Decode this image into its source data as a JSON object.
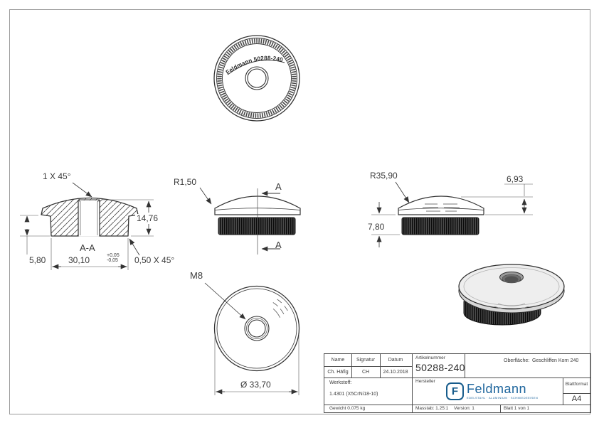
{
  "page": {
    "line_color": "#333333",
    "accent_blue": "#175c8c",
    "frame_color": "#9a9a9a"
  },
  "views": {
    "top": {
      "engraving": "Feldmann 50288-240"
    },
    "section": {
      "chamfer_top": "1 X 45°",
      "height": "14,76",
      "label": "A-A",
      "edge_height": "5,80",
      "width": "30,10",
      "tol_plus": "+0,05",
      "tol_minus": "-0,05",
      "chamfer_bottom": "0,50 X 45°"
    },
    "side": {
      "radius": "R1,50",
      "cut_marker_top": "A",
      "cut_marker_bottom": "A"
    },
    "side_right": {
      "radius": "R35,90",
      "dome_height": "6,93",
      "base_height": "7,80"
    },
    "bottom": {
      "thread": "M8",
      "diameter": "Ø 33,70"
    }
  },
  "title_block": {
    "headers": {
      "name": "Name",
      "signature": "Signatur",
      "date": "Datum",
      "article": "Artikelnummer",
      "surface_label": "Oberfläche:",
      "surface_value": "Geschliffen Korn 240"
    },
    "values": {
      "name": "Ch. Häfig",
      "signature": "CH",
      "date": "24.10.2018",
      "article": "50288-240"
    },
    "material_label": "Werkstoff:",
    "material_value": "1.4301 (X5CrNi18-10)",
    "manufacturer_label": "Hersteller",
    "logo": {
      "letter": "F",
      "name": "Feldmann",
      "tagline": "EDELSTAHL · ALUMINIUM · SCHMIEDEEISEN"
    },
    "format_label": "Blattformat",
    "format_value": "A4",
    "weight": "Gewicht 0.075 kg",
    "scale": "Masstab: 1.25:1",
    "version": "Version: 1",
    "sheet": "Blatt 1 von 1"
  }
}
